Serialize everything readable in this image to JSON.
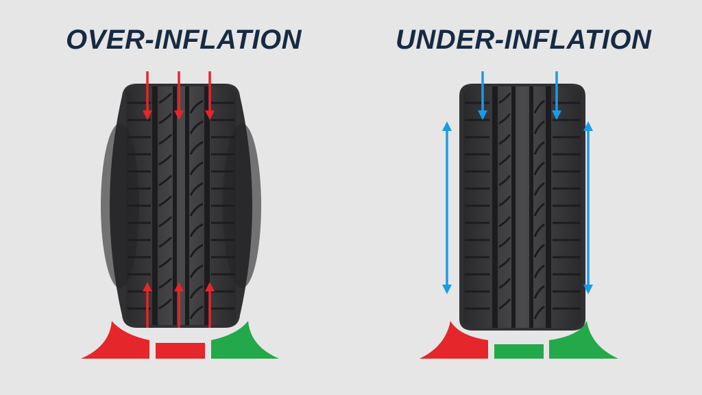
{
  "panels": [
    {
      "title": "OVER-INFLATION",
      "arrow_color": "#e5262a",
      "arrows": "3 down at top center grooves, 3 up at bottom center grooves",
      "contact_patch": [
        "red",
        "red",
        "green"
      ]
    },
    {
      "title": "UNDER-INFLATION",
      "arrow_color": "#1a9be6",
      "arrows": "2 down on tread shoulders, 2 double-headed vertical arrows on sides",
      "contact_patch": [
        "red",
        "green",
        "green"
      ]
    }
  ],
  "colors": {
    "background": "#e6e6e6",
    "title": "#182a42",
    "tire": "#2e2e30",
    "red": "#e5262a",
    "green": "#23a84a",
    "blue": "#1a9be6"
  }
}
